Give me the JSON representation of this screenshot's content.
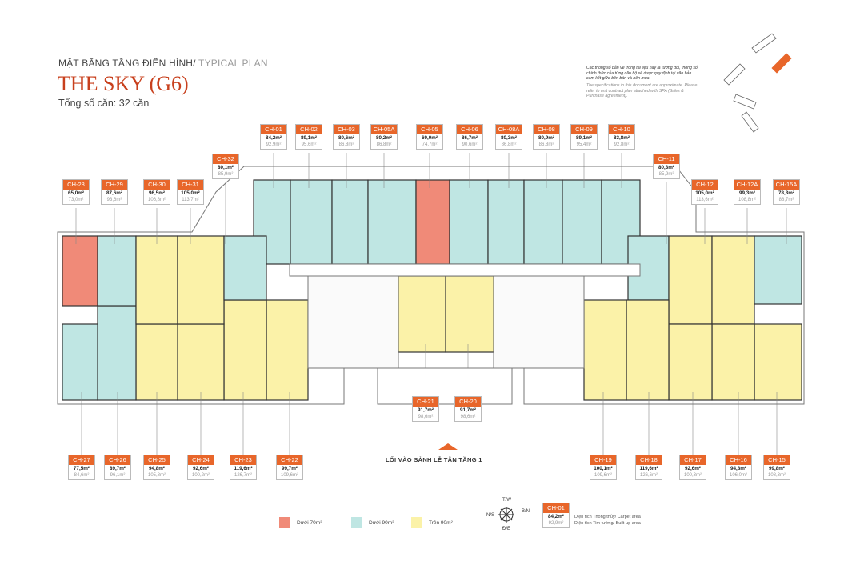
{
  "header": {
    "subtitle_vi": "MẶT BẰNG TẦNG ĐIỂN HÌNH/",
    "subtitle_en": " TYPICAL PLAN",
    "title": "THE SKY (G6)",
    "unit_count": "Tổng số căn: 32 căn"
  },
  "notes": {
    "vi": "Các thông số bản vẽ trong tài liệu này là tương đối, thông số chính thức của từng căn hộ sẽ được quy định tại văn bản cam kết giữa bên bán và bên mua",
    "en": "The specifications in this document are approximate. Please refer to unit contract plan attached with SPA (Sales & Purchase agreement)."
  },
  "colors": {
    "red": "#f08a78",
    "teal": "#bfe6e3",
    "yellow": "#fbf2a8",
    "accent": "#e8662a"
  },
  "units": [
    {
      "id": "CH-01",
      "carpet": "84,2m²",
      "built": "92,9m²",
      "cat": "teal"
    },
    {
      "id": "CH-02",
      "carpet": "89,1m²",
      "built": "95,6m²",
      "cat": "teal"
    },
    {
      "id": "CH-03",
      "carpet": "80,6m²",
      "built": "86,8m²",
      "cat": "teal"
    },
    {
      "id": "CH-05A",
      "carpet": "80,2m²",
      "built": "86,8m²",
      "cat": "teal"
    },
    {
      "id": "CH-05",
      "carpet": "69,0m²",
      "built": "74,7m²",
      "cat": "red"
    },
    {
      "id": "CH-06",
      "carpet": "86,7m²",
      "built": "90,6m²",
      "cat": "teal"
    },
    {
      "id": "CH-08A",
      "carpet": "80,3m²",
      "built": "86,8m²",
      "cat": "teal"
    },
    {
      "id": "CH-08",
      "carpet": "80,9m²",
      "built": "86,8m²",
      "cat": "teal"
    },
    {
      "id": "CH-09",
      "carpet": "89,1m²",
      "built": "95,4m²",
      "cat": "teal"
    },
    {
      "id": "CH-10",
      "carpet": "83,8m²",
      "built": "92,8m²",
      "cat": "teal"
    },
    {
      "id": "CH-11",
      "carpet": "80,3m²",
      "built": "85,9m²",
      "cat": "teal"
    },
    {
      "id": "CH-12",
      "carpet": "105,0m²",
      "built": "113,6m²",
      "cat": "yellow"
    },
    {
      "id": "CH-12A",
      "carpet": "99,3m²",
      "built": "108,8m²",
      "cat": "yellow"
    },
    {
      "id": "CH-15A",
      "carpet": "78,3m²",
      "built": "88,7m²",
      "cat": "teal"
    },
    {
      "id": "CH-15",
      "carpet": "99,8m²",
      "built": "108,3m²",
      "cat": "yellow"
    },
    {
      "id": "CH-16",
      "carpet": "94,8m²",
      "built": "106,0m²",
      "cat": "yellow"
    },
    {
      "id": "CH-17",
      "carpet": "92,6m²",
      "built": "100,3m²",
      "cat": "yellow"
    },
    {
      "id": "CH-18",
      "carpet": "119,6m²",
      "built": "126,6m²",
      "cat": "yellow"
    },
    {
      "id": "CH-19",
      "carpet": "100,1m²",
      "built": "109,6m²",
      "cat": "yellow"
    },
    {
      "id": "CH-20",
      "carpet": "91,7m²",
      "built": "98,6m²",
      "cat": "yellow"
    },
    {
      "id": "CH-21",
      "carpet": "91,7m²",
      "built": "98,6m²",
      "cat": "yellow"
    },
    {
      "id": "CH-22",
      "carpet": "99,7m²",
      "built": "109,6m²",
      "cat": "yellow"
    },
    {
      "id": "CH-23",
      "carpet": "119,6m²",
      "built": "126,7m²",
      "cat": "yellow"
    },
    {
      "id": "CH-24",
      "carpet": "92,6m²",
      "built": "100,2m²",
      "cat": "yellow"
    },
    {
      "id": "CH-25",
      "carpet": "94,8m²",
      "built": "105,8m²",
      "cat": "yellow"
    },
    {
      "id": "CH-26",
      "carpet": "89,7m²",
      "built": "96,1m²",
      "cat": "teal"
    },
    {
      "id": "CH-27",
      "carpet": "77,5m²",
      "built": "84,6m²",
      "cat": "teal"
    },
    {
      "id": "CH-28",
      "carpet": "65,0m²",
      "built": "73,0m²",
      "cat": "red"
    },
    {
      "id": "CH-29",
      "carpet": "87,6m²",
      "built": "93,6m²",
      "cat": "teal"
    },
    {
      "id": "CH-30",
      "carpet": "96,5m²",
      "built": "106,8m²",
      "cat": "yellow"
    },
    {
      "id": "CH-31",
      "carpet": "105,0m²",
      "built": "113,7m²",
      "cat": "yellow"
    },
    {
      "id": "CH-32",
      "carpet": "80,1m²",
      "built": "85,9m²",
      "cat": "teal"
    }
  ],
  "entrance": "LỐI VÀO SẢNH LỄ TÂN TẦNG 1",
  "legend": [
    {
      "label": "Dưới 70m²",
      "cat": "red"
    },
    {
      "label": "Dưới 90m²",
      "cat": "teal"
    },
    {
      "label": "Trên 90m²",
      "cat": "yellow"
    }
  ],
  "compass": {
    "n": "T/W",
    "e": "B/N",
    "w": "N/S",
    "s": "Đ/E"
  },
  "key": {
    "id": "CH-01",
    "carpet": "84,2m²",
    "built": "92,9m²",
    "carpet_label": "Diện tích Thông thủy/ Carpet area",
    "built_label": "Diện tích Tim tường/ Built-up area"
  }
}
